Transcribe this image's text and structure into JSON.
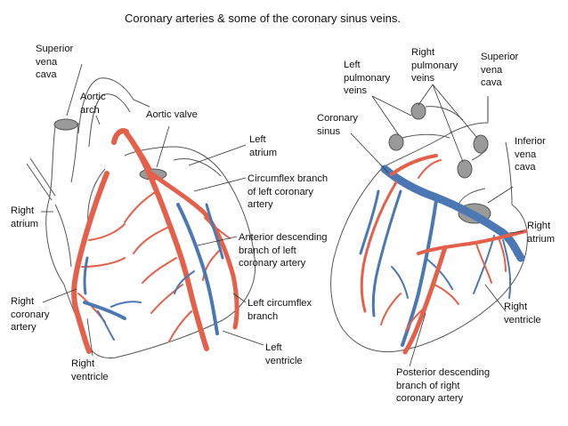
{
  "title": "Coronary arteries & some of the coronary sinus veins.",
  "colors": {
    "artery": "#e4604a",
    "artery_dark": "#c64532",
    "vein": "#4b78b4",
    "vein_dark": "#2f5b98",
    "outline": "#555555",
    "heart_fill": "#ffffff",
    "vessel_cap": "#9a9a9a"
  },
  "labels": {
    "superior_vena_cava_left": [
      "Superior",
      "vena",
      "cava"
    ],
    "aortic_arch": [
      "Aortic",
      "arch"
    ],
    "aortic_valve": [
      "Aortic valve"
    ],
    "left_atrium": [
      "Left",
      "atrium"
    ],
    "circumflex_branch": [
      "Circumflex branch",
      "of left coronary",
      "artery"
    ],
    "right_atrium_left": [
      "Right",
      "atrium"
    ],
    "anterior_descending": [
      "Anterior descending",
      "branch of left",
      "coronary artery"
    ],
    "right_coronary_artery": [
      "Right",
      "coronary",
      "artery"
    ],
    "left_circumflex_branch": [
      "Left circumflex",
      "branch"
    ],
    "right_ventricle_left": [
      "Right",
      "ventricle"
    ],
    "left_ventricle": [
      "Left",
      "ventricle"
    ],
    "left_pulmonary_veins": [
      "Left",
      "pulmonary",
      "veins"
    ],
    "right_pulmonary_veins": [
      "Right",
      "pulmonary",
      "veins"
    ],
    "superior_vena_cava_right": [
      "Superior",
      "vena",
      "cava"
    ],
    "coronary_sinus": [
      "Coronary",
      "sinus"
    ],
    "inferior_vena_cava": [
      "Inferior",
      "vena",
      "cava"
    ],
    "right_atrium_right": [
      "Right",
      "atrium"
    ],
    "right_ventricle_right": [
      "Right",
      "ventricle"
    ],
    "posterior_descending": [
      "Posterior descending",
      "branch of right",
      "coronary artery"
    ]
  }
}
